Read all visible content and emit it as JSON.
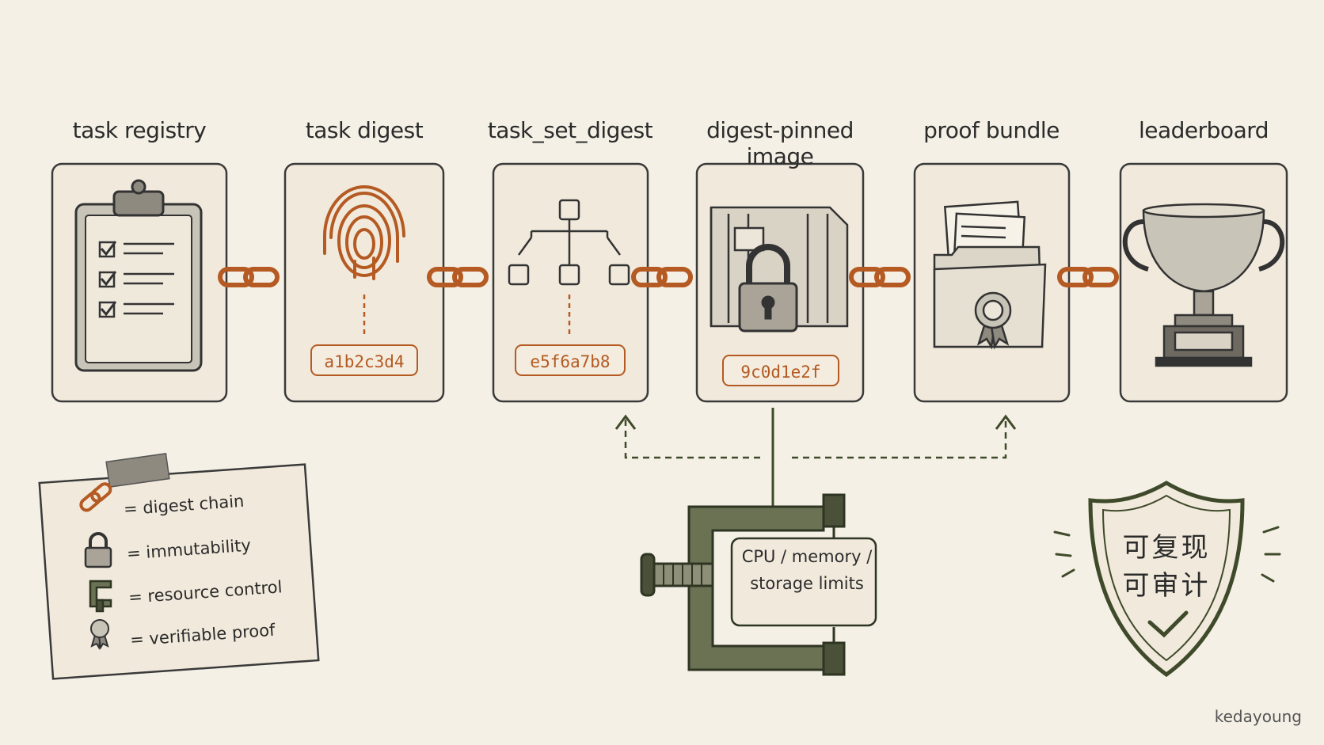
{
  "stages": [
    {
      "title": "task registry"
    },
    {
      "title": "task digest",
      "hash": "a1b2c3d4"
    },
    {
      "title": "task_set_digest",
      "hash": "e5f6a7b8"
    },
    {
      "title": "digest-pinned image",
      "hash": "9c0d1e2f"
    },
    {
      "title": "proof bundle"
    },
    {
      "title": "leaderboard"
    }
  ],
  "legend": {
    "items": [
      {
        "icon": "chain-link-icon",
        "label": "=  digest chain"
      },
      {
        "icon": "padlock-icon",
        "label": "=  immutability"
      },
      {
        "icon": "clamp-icon",
        "label": "=  resource control"
      },
      {
        "icon": "rosette-icon",
        "label": "=  verifiable proof"
      }
    ]
  },
  "clamp": {
    "line1": "CPU / memory /",
    "line2": "storage limits"
  },
  "shield": {
    "line1": "可复现",
    "line2": "可审计"
  },
  "signature": "kedayoung",
  "colors": {
    "background": "#f4f0e5",
    "chain": "#b45a22",
    "ink": "#2b2b2b",
    "olive": "#3f4a2a",
    "card": "#f1eadc"
  }
}
